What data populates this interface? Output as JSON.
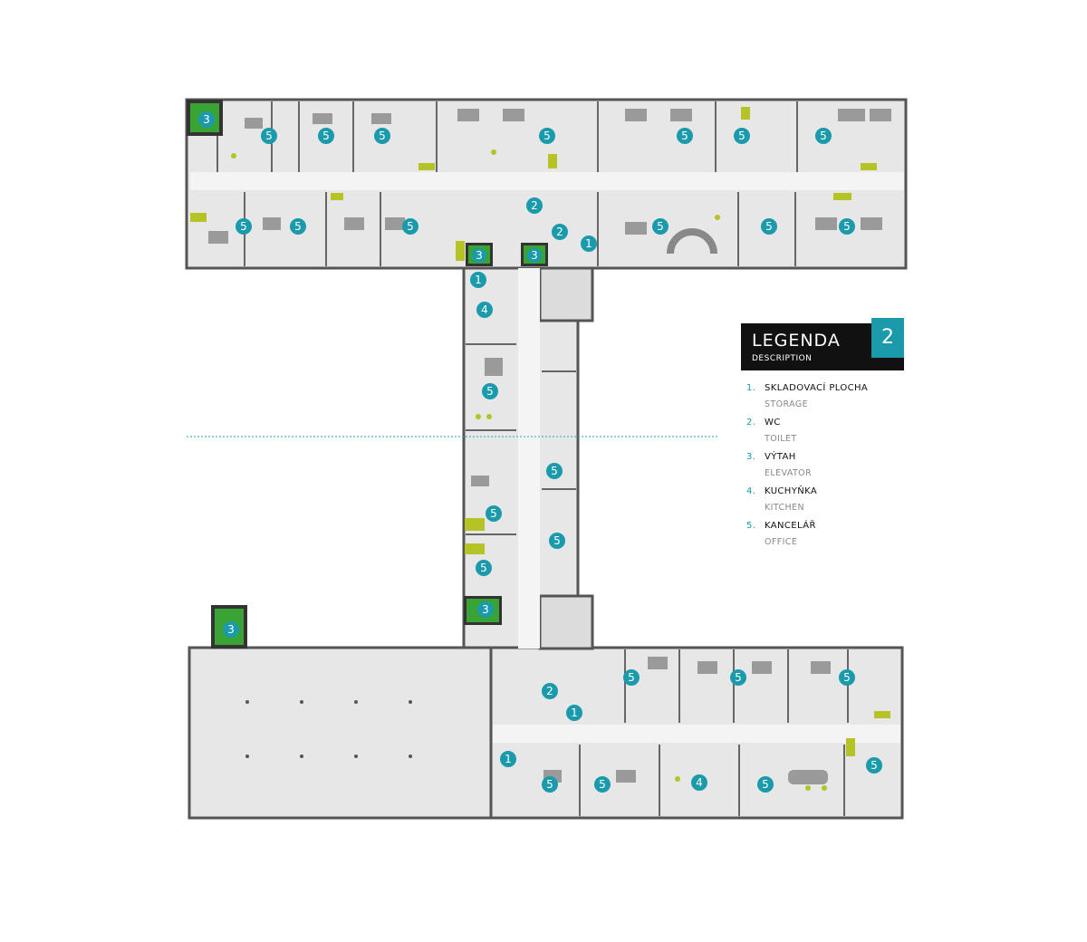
{
  "legend": {
    "title": "LEGENDA",
    "subtitle": "DESCRIPTION",
    "floor": "2",
    "items": [
      {
        "num": "1.",
        "cz": "SKLADOVACÍ PLOCHA",
        "en": "STORAGE"
      },
      {
        "num": "2.",
        "cz": "WC",
        "en": "TOILET"
      },
      {
        "num": "3.",
        "cz": "VÝTAH",
        "en": "ELEVATOR"
      },
      {
        "num": "4.",
        "cz": "KUCHYŇKA",
        "en": "KITCHEN"
      },
      {
        "num": "5.",
        "cz": "KANCELÁŘ",
        "en": "OFFICE"
      }
    ]
  },
  "markers": {
    "storage": "1",
    "toilet": "2",
    "elevator": "3",
    "kitchen": "4",
    "office": "5"
  },
  "colors": {
    "accent": "#1a9aab",
    "elevator_green": "#3aa335",
    "furniture_lime": "#b5c424",
    "floor_gray": "#e7e7e7",
    "wall_dark": "#444444",
    "dashed_line": "#2aa3c6"
  }
}
